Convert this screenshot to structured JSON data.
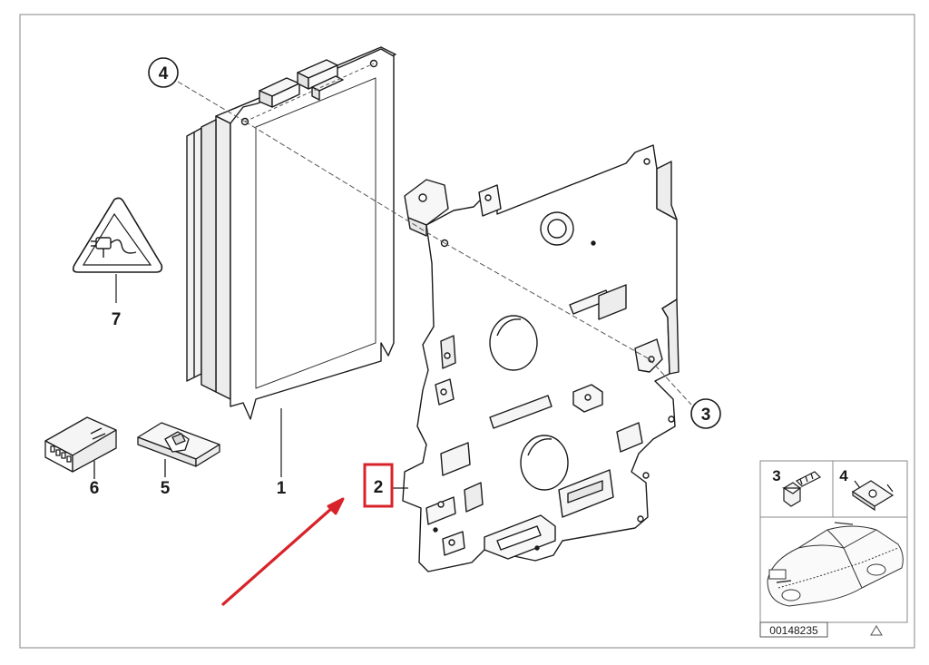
{
  "callouts": {
    "c1": "1",
    "c2": "2",
    "c3": "3",
    "c4": "4",
    "c5": "5",
    "c6": "6",
    "c7": "7"
  },
  "legend": {
    "item3": "3",
    "item4": "4",
    "diagram_number": "00148235"
  },
  "colors": {
    "line": "#1a1a1a",
    "highlight_box": "#d8232a",
    "arrow": "#d8232a",
    "frame": "#888888"
  },
  "icons": {
    "warning": "warning-triangle-plug-icon",
    "triangle_mark": "small-triangle-icon"
  }
}
